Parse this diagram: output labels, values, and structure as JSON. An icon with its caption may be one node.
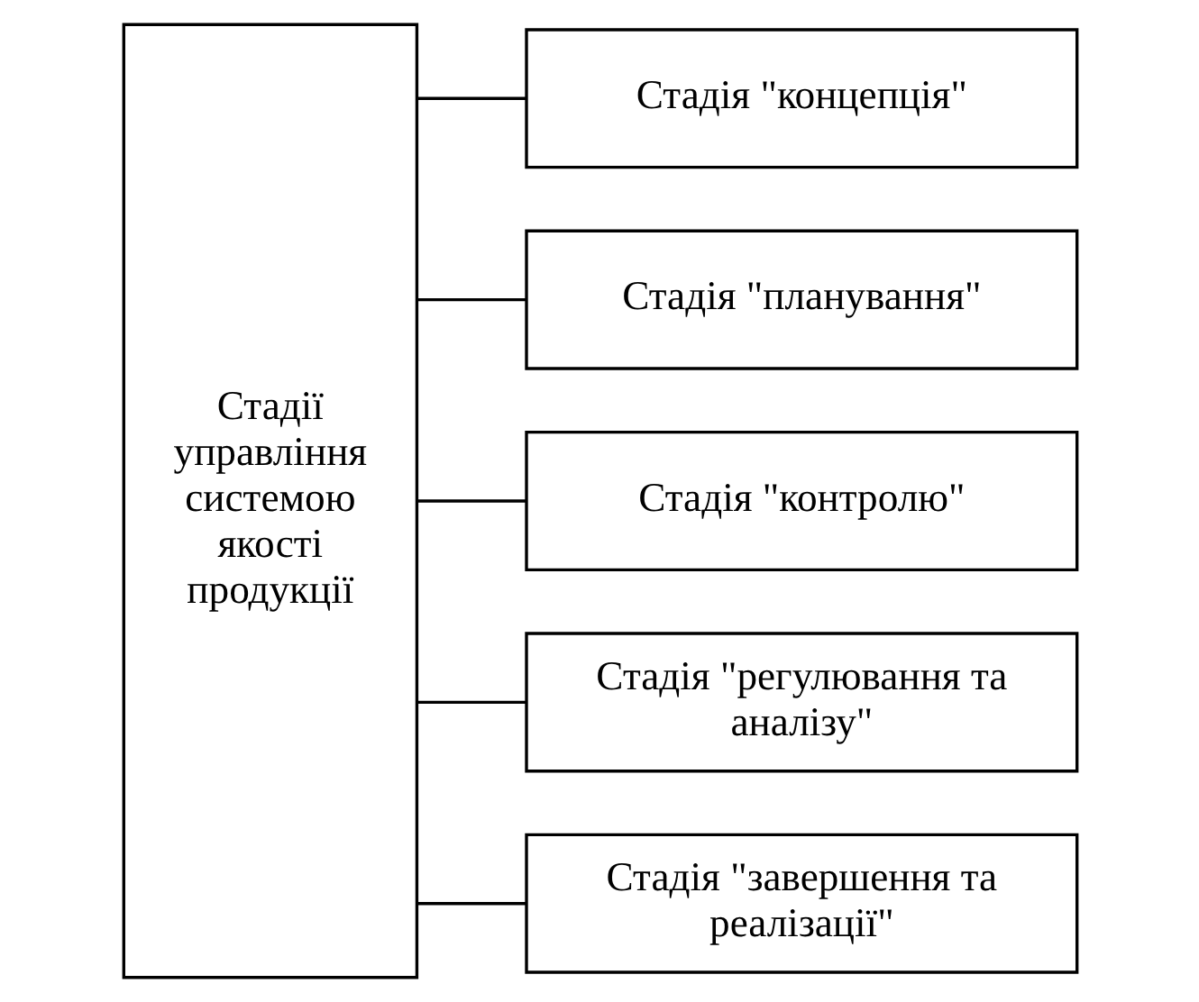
{
  "diagram": {
    "nodes": [
      {
        "text": [
          "Стадії управління системою якості продукції"
        ]
      },
      {
        "text": [
          "Стадія \"концепція\""
        ]
      },
      {
        "text": [
          "Стадія \"планування\""
        ]
      },
      {
        "text": [
          "Стадія \"контролю\""
        ]
      },
      {
        "text": [
          "Стадія \"регулювання та аналізу\""
        ]
      },
      {
        "text": [
          "Стадія \"завершення та реалізації\""
        ]
      }
    ],
    "edges": [
      {
        "from": 0,
        "to": 1,
        "arrow": "none"
      },
      {
        "from": 0,
        "to": 2,
        "arrow": "none"
      },
      {
        "from": 0,
        "to": 3,
        "arrow": "none"
      },
      {
        "from": 0,
        "to": 4,
        "arrow": "none"
      },
      {
        "from": 0,
        "to": 5,
        "arrow": "none"
      }
    ]
  }
}
